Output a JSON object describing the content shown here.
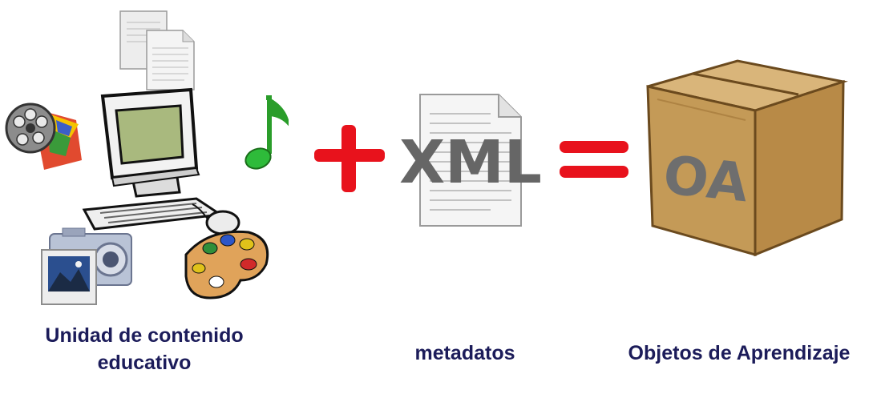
{
  "captions": {
    "content_unit": "Unidad de contenido educativo",
    "metadata": "metadatos",
    "learning_objects": "Objetos de Aprendizaje"
  },
  "xml_label": "XML",
  "box_label": "OA",
  "operators": {
    "plus": "+",
    "equals": "="
  },
  "colors": {
    "operator": "#e8121c",
    "caption": "#1c1c5a",
    "box": "#c49a57",
    "music_note": "#2a9d2a"
  }
}
